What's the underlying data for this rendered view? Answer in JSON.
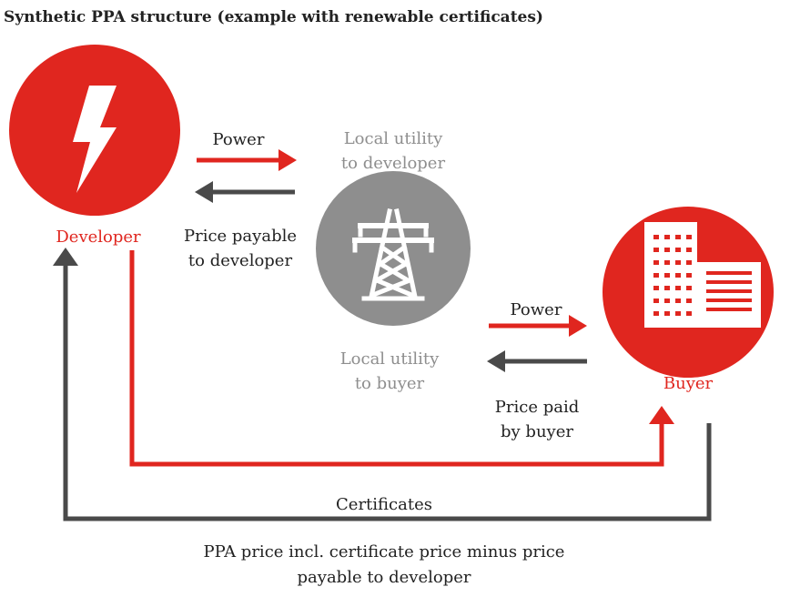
{
  "title": "Synthetic PPA structure (example with renewable certificates)",
  "nodes": {
    "developer": {
      "label": "Developer",
      "icon": "lightning-bolt-icon"
    },
    "utility": {
      "label_line1": "Local utility",
      "label_line2": "to developer",
      "icon": "power-pylon-icon"
    },
    "buyer": {
      "label": "Buyer",
      "icon": "office-building-icon"
    }
  },
  "flows": {
    "power_to_developer_utility": "Power",
    "price_payable_line1": "Price payable",
    "price_payable_line2": "to developer",
    "power_to_buyer": "Power",
    "local_utility_buyer_line1": "Local utility",
    "local_utility_buyer_line2": "to buyer",
    "price_paid_line1": "Price paid",
    "price_paid_line2": "by buyer",
    "certificates": "Certificates",
    "ppa_price_line1": "PPA price incl. certificate price minus price",
    "ppa_price_line2": "payable to developer"
  },
  "colors": {
    "red": "#e0261f",
    "dark": "#4a4a4a",
    "grey": "#8e8e8e"
  }
}
